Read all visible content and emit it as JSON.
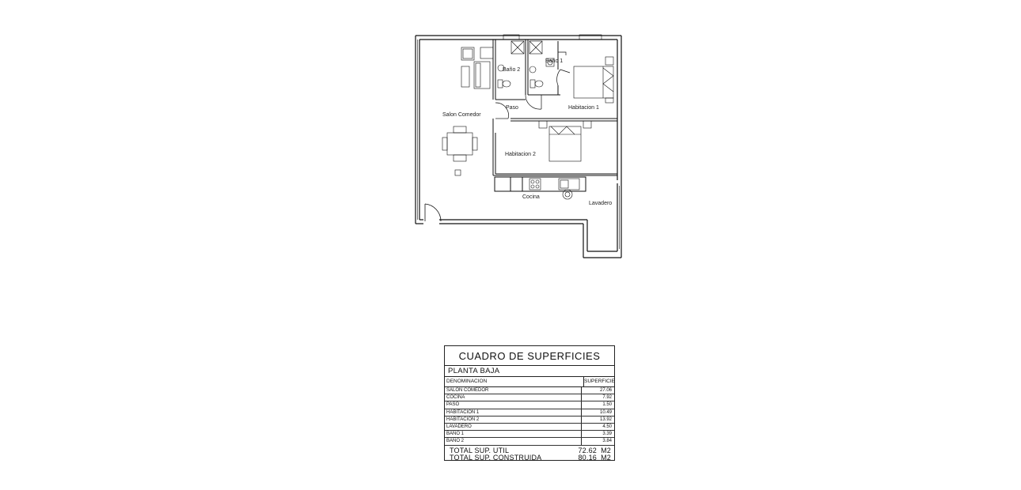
{
  "plan": {
    "rooms": {
      "salon_comedor": "Salon Comedor",
      "bano_2": "Baño 2",
      "bano_1": "Baño 1",
      "paso": "Paso",
      "habitacion_1": "Habitacion 1",
      "habitacion_2": "Habitacion 2",
      "cocina": "Cocina",
      "lavadero": "Lavadero"
    }
  },
  "table": {
    "title": "CUADRO DE SUPERFICIES",
    "section": "PLANTA BAJA",
    "col_name": "DENOMINACION",
    "col_area": "SUPERFICIE",
    "rows": [
      {
        "name": "SALON COMEDOR",
        "area": "27.06"
      },
      {
        "name": "COCINA",
        "area": "7.92"
      },
      {
        "name": "PASO",
        "area": "1.50"
      },
      {
        "name": "HABITACION 1",
        "area": "10.49"
      },
      {
        "name": "HABITACION 2",
        "area": "13.92"
      },
      {
        "name": "LAVADERO",
        "area": "4.50"
      },
      {
        "name": "BAÑO 1",
        "area": "3.39"
      },
      {
        "name": "BAÑO 2",
        "area": "3.84"
      }
    ],
    "total_util_label": "TOTAL SUP. UTIL",
    "total_util_value": "72.62",
    "total_util_unit": "M2",
    "total_construida_label": "TOTAL SUP. CONSTRUIDA",
    "total_construida_value": "80.16",
    "total_construida_unit": "M2"
  }
}
